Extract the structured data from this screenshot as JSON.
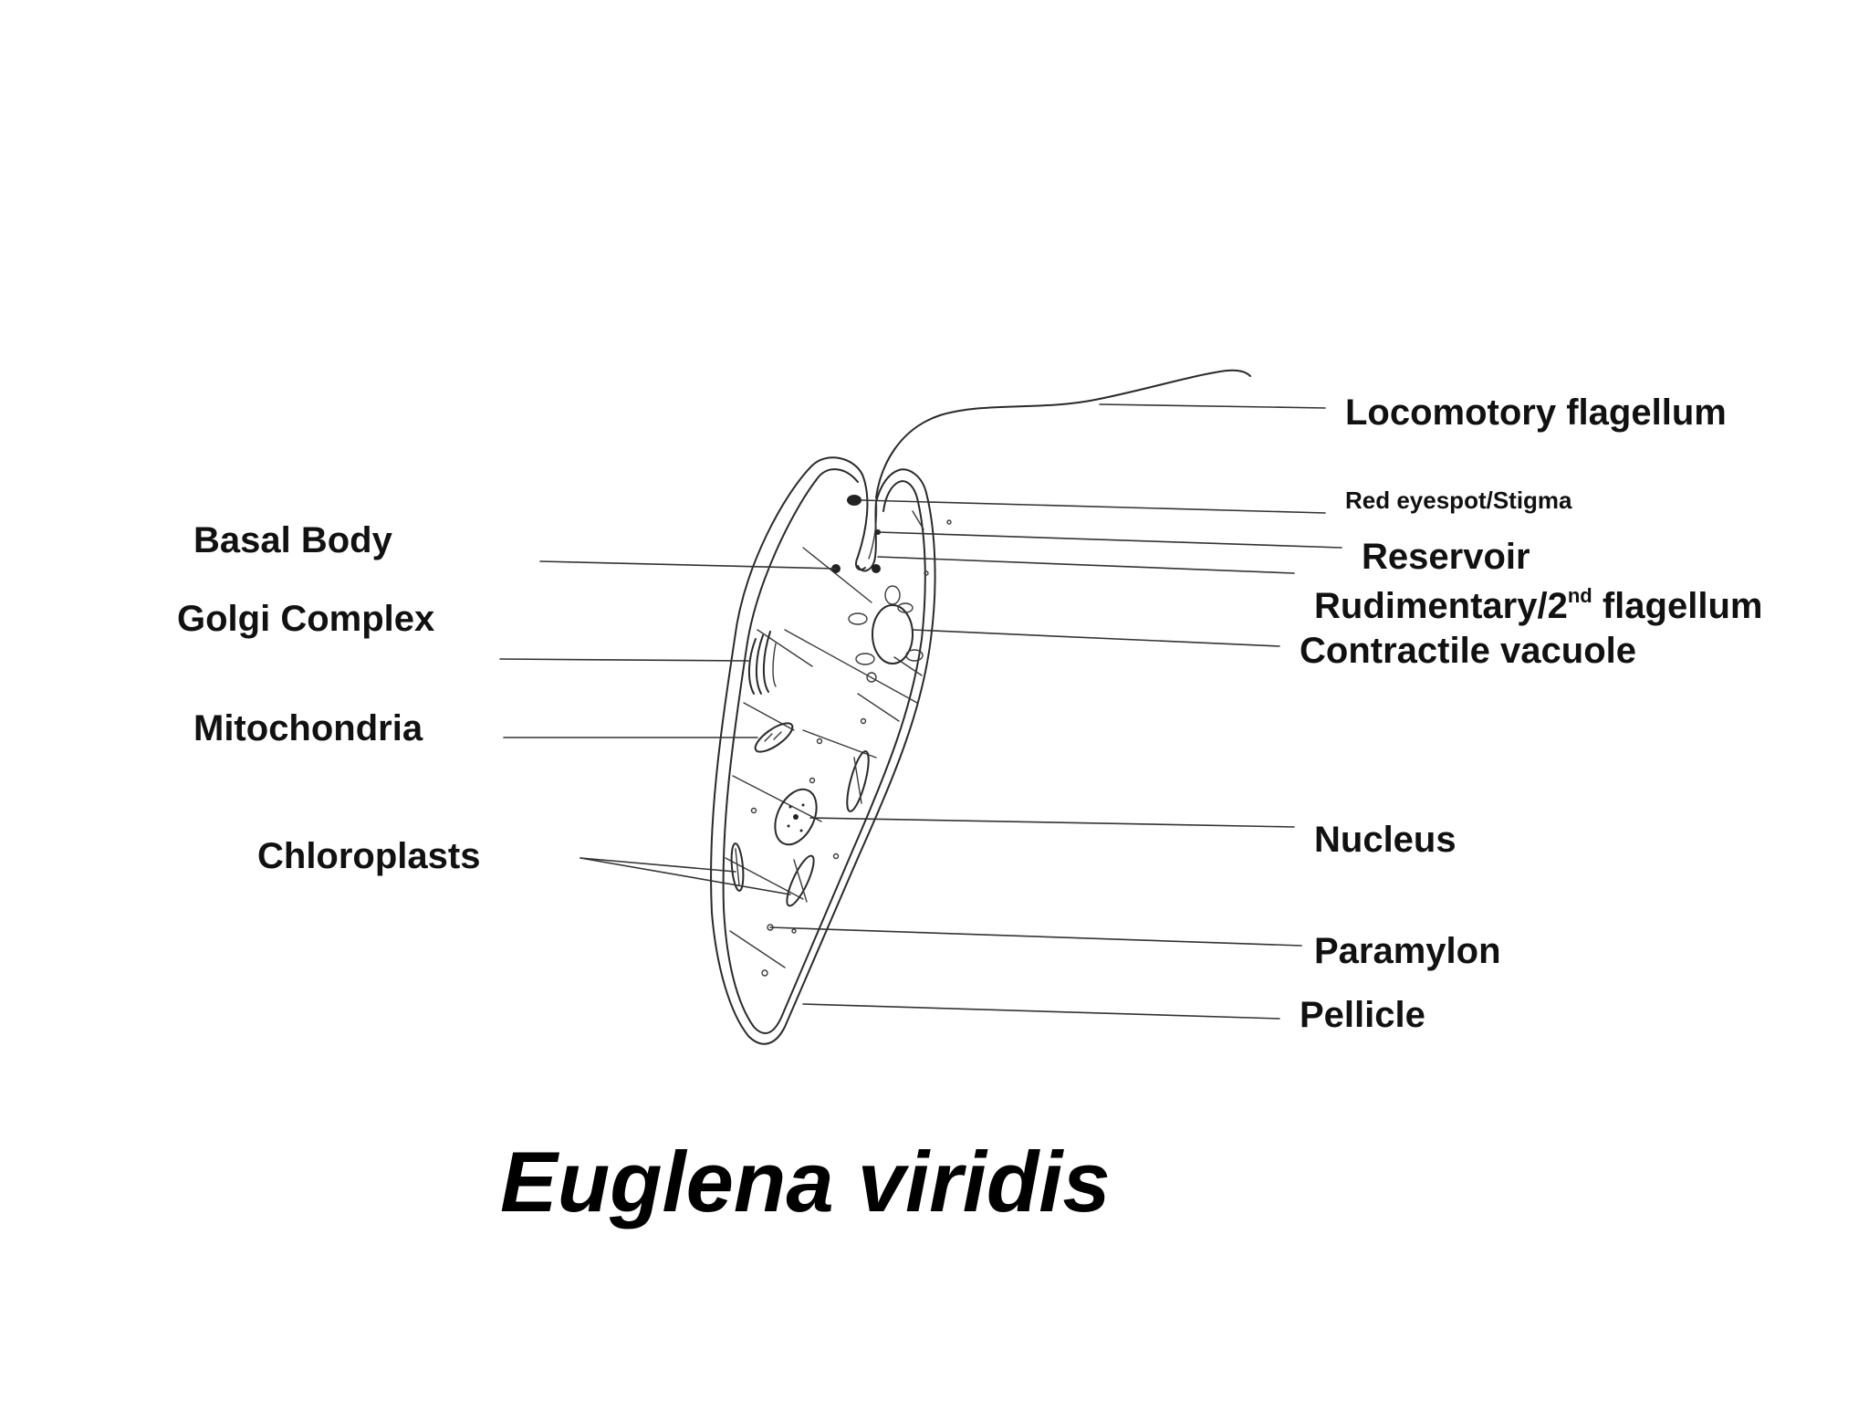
{
  "title": "Euglena viridis",
  "labels": {
    "locomotory_flagellum": "Locomotory flagellum",
    "red_eyespot": "Red eyespot/Stigma",
    "reservoir": "Reservoir",
    "rudimentary_prefix": "Rudimentary/2",
    "rudimentary_sup": "nd",
    "rudimentary_suffix": " flagellum",
    "contractile_vacuole": "Contractile vacuole",
    "nucleus": "Nucleus",
    "paramylon": "Paramylon",
    "pellicle": "Pellicle",
    "basal_body": "Basal Body",
    "golgi_complex": "Golgi Complex",
    "mitochondria": "Mitochondria",
    "chloroplasts": "Chloroplasts"
  }
}
